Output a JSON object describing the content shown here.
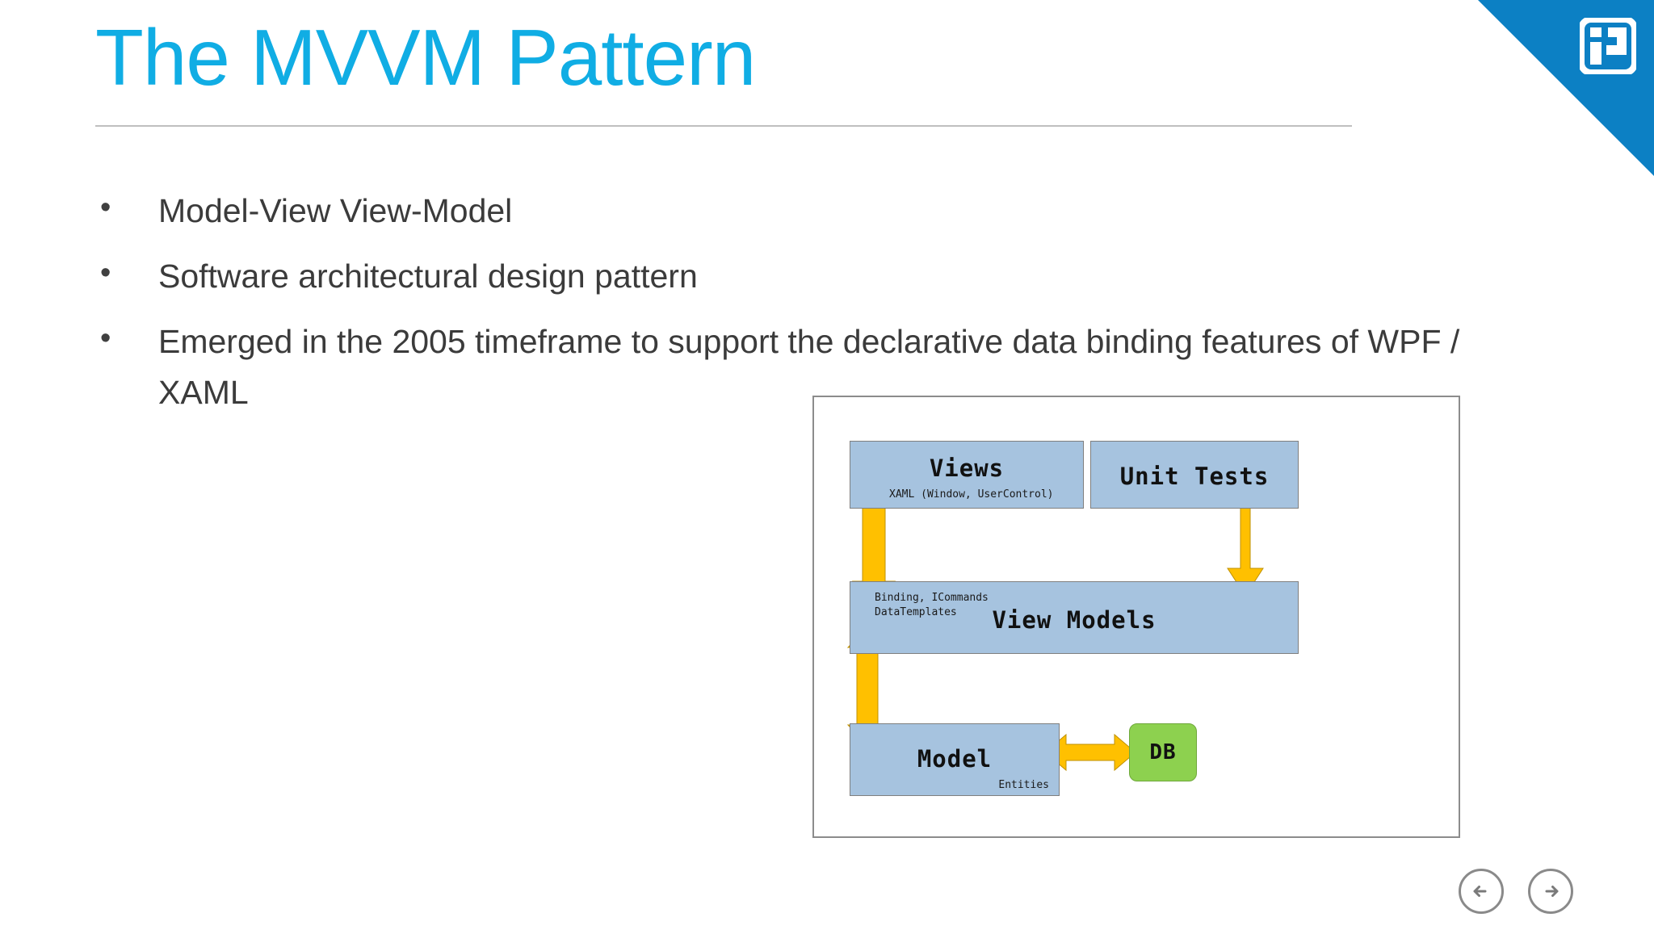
{
  "slide": {
    "title": "The MVVM Pattern",
    "title_color": "#10ADE4",
    "background": "#FFFFFF",
    "corner_accent_color": "#0C80C4",
    "logo_icon": "id-spiral-logo-icon"
  },
  "bullets": [
    {
      "marker": "•",
      "text": "Model-View View-Model"
    },
    {
      "marker": "•",
      "text": "Software architectural design pattern"
    },
    {
      "marker": "•",
      "text": "Emerged in the 2005 timeframe to support the declarative data binding features of WPF / XAML"
    }
  ],
  "diagram": {
    "box_fill": "#A6C3DF",
    "db_fill": "#8DD14F",
    "arrow_color": "#FFC000",
    "nodes": [
      {
        "id": "views",
        "title": "Views",
        "subtitle": "XAML (Window, UserControl)"
      },
      {
        "id": "unit-tests",
        "title": "Unit Tests",
        "subtitle": ""
      },
      {
        "id": "view-models",
        "title": "View Models",
        "subtitle": "Binding, ICommands",
        "subtitle2": "DataTemplates"
      },
      {
        "id": "model",
        "title": "Model",
        "subtitle": "Entities"
      },
      {
        "id": "db",
        "title": "DB",
        "subtitle": ""
      }
    ],
    "connections": [
      {
        "from": "views",
        "to": "view-models",
        "kind": "bidirectional-vertical"
      },
      {
        "from": "unit-tests",
        "to": "view-models",
        "kind": "down"
      },
      {
        "from": "view-models",
        "to": "model",
        "kind": "bidirectional-vertical"
      },
      {
        "from": "model",
        "to": "db",
        "kind": "bidirectional-horizontal"
      }
    ]
  },
  "navigation": {
    "previous_label": "Previous slide",
    "next_label": "Next slide",
    "previous_icon": "arrow-left-icon",
    "next_icon": "arrow-right-icon"
  }
}
